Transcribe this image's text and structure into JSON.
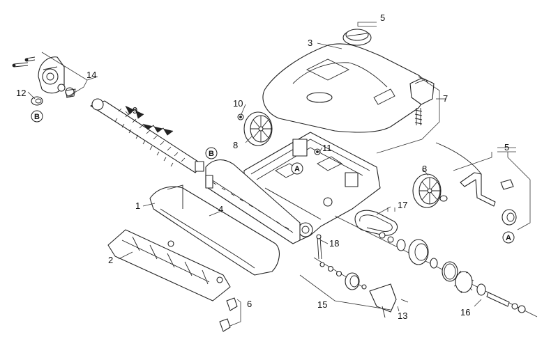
{
  "part_numbers": [
    "1",
    "2",
    "3",
    "4",
    "5",
    "5",
    "6",
    "7",
    "8",
    "8",
    "9",
    "10",
    "11",
    "12",
    "13",
    "14",
    "15",
    "16",
    "17",
    "18"
  ],
  "reference_letters": [
    "A",
    "A",
    "B",
    "B"
  ],
  "colors": {
    "line": "#222222",
    "background": "#ffffff",
    "shade": "#d9d9d9"
  }
}
